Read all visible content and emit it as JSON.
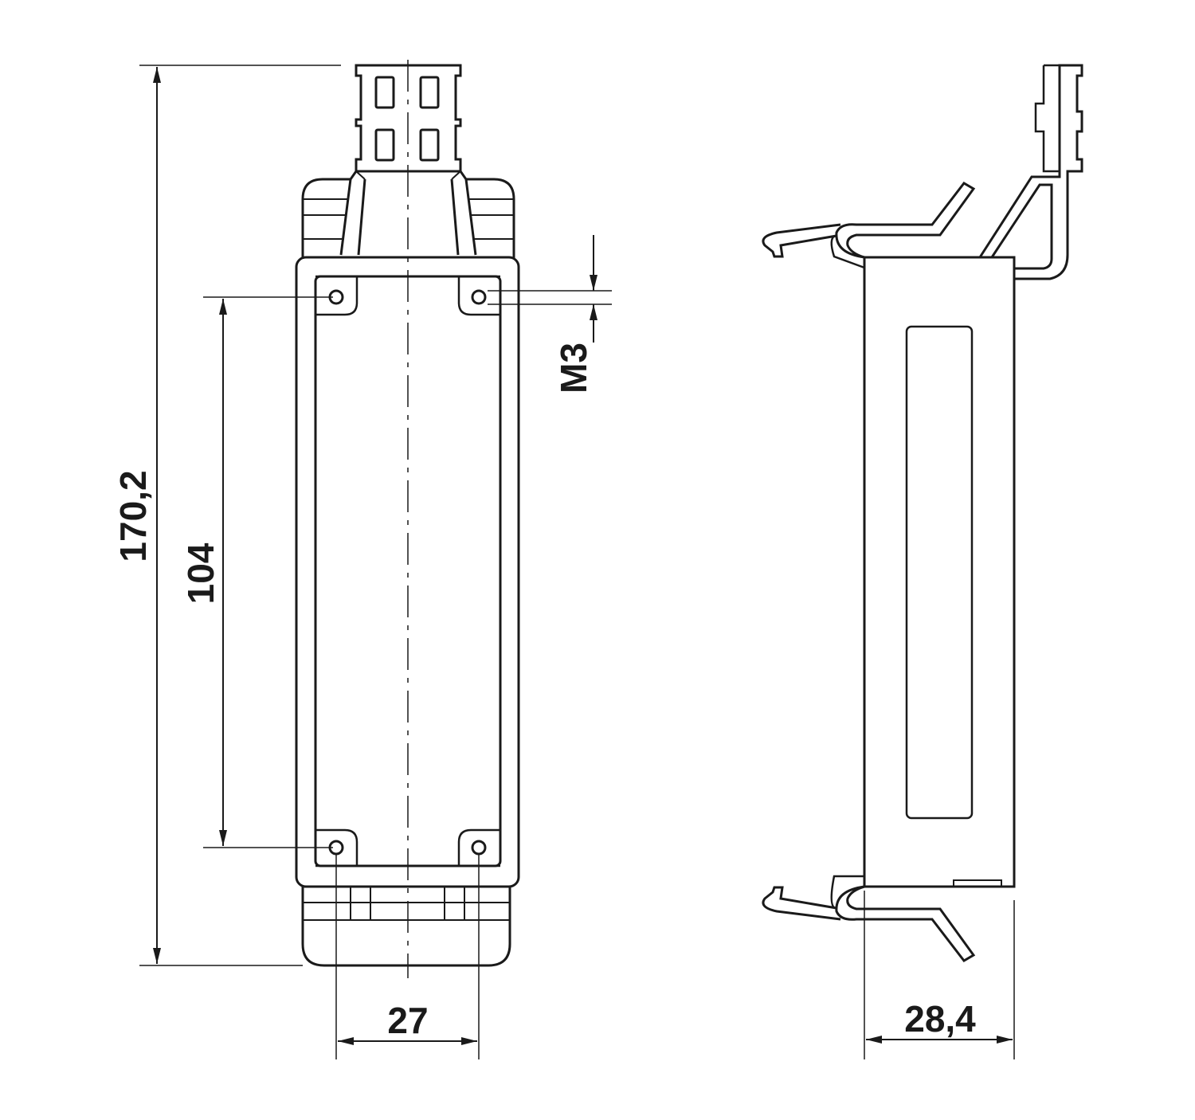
{
  "colors": {
    "line": "#1a1a1a",
    "background": "#ffffff"
  },
  "dimensions": {
    "overall_height": "170,2",
    "hole_spacing_vertical": "104",
    "thread": "M3",
    "hole_spacing_horizontal": "27",
    "depth": "28,4"
  }
}
